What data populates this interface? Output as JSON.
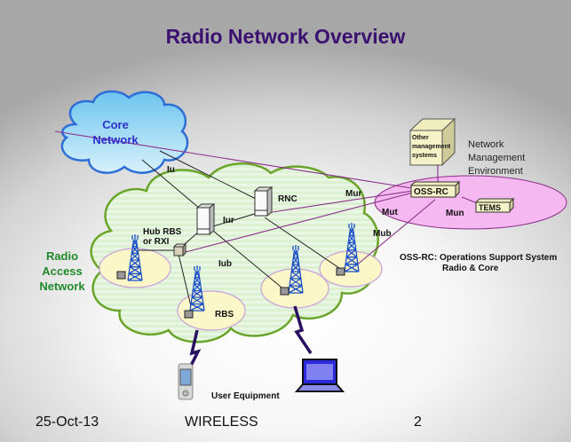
{
  "slide": {
    "title": "Radio Network Overview",
    "footer": {
      "date": "25-Oct-13",
      "center": "WIRELESS",
      "page": "2"
    }
  },
  "diagram": {
    "core_network": {
      "line1": "Core",
      "line2": "Network",
      "color": "#2f2fcc"
    },
    "radio_access_network": {
      "line1": "Radio",
      "line2": "Access",
      "line3": "Network",
      "color": "#1f8a2a"
    },
    "nodes": {
      "rnc": "RNC",
      "hub_rbs": {
        "line1": "Hub RBS",
        "line2": "or RXI"
      },
      "rbs": "RBS",
      "oss_rc": "OSS-RC",
      "tems": "TEMS",
      "other_mgmt": {
        "line1": "Other",
        "line2": "management",
        "line3": "systems"
      },
      "user_equipment": "User Equipment"
    },
    "interfaces": {
      "iu": "Iu",
      "iur": "Iur",
      "iub": "Iub",
      "mur": "Mur",
      "mut": "Mut",
      "mub": "Mub",
      "mun": "Mun"
    },
    "nme": {
      "line1": "Network",
      "line2": "Management",
      "line3": "Environment"
    },
    "oss_legend": {
      "line1": "OSS-RC: Operations Support System",
      "line2": "Radio & Core"
    },
    "colors": {
      "ran_cloud_stroke": "#6aa52a",
      "core_cloud_fill": "#8fd0f0",
      "mgmt_ellipse": "#f5b8f0",
      "cell_fill": "#fbf7c8",
      "tower": "#1a4fc8",
      "mgmt_line": "#8a2f8a"
    }
  }
}
